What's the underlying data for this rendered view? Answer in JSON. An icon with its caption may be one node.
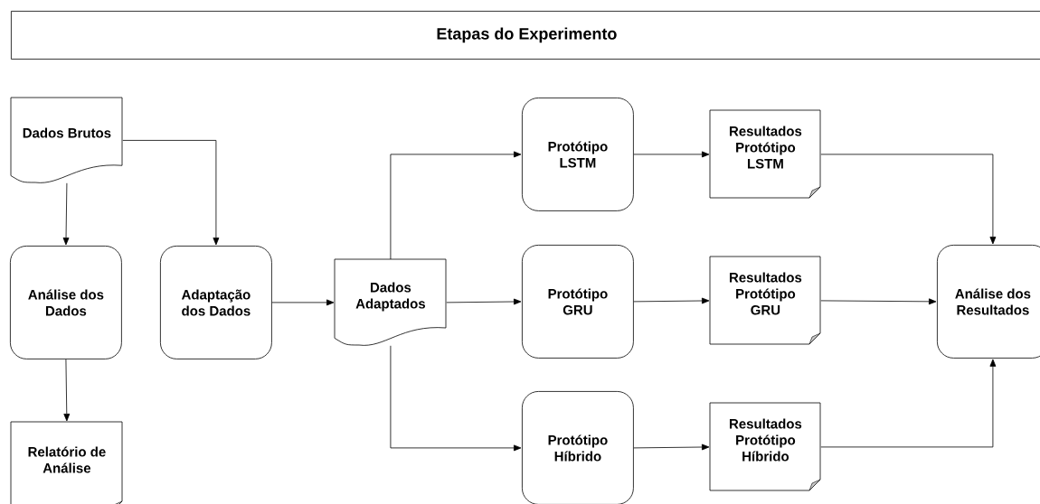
{
  "diagram": {
    "title": "Etapas do Experimento",
    "nodes": [
      {
        "text": [
          "Dados Brutos"
        ]
      },
      {
        "text": [
          "Análise dos Dados"
        ]
      },
      {
        "text": [
          "Adaptação dos Dados"
        ]
      },
      {
        "text": [
          "Relatório de Análise"
        ]
      },
      {
        "text": [
          "Dados Adaptados"
        ]
      },
      {
        "text": [
          "Protótipo LSTM"
        ]
      },
      {
        "text": [
          "Protótipo GRU"
        ]
      },
      {
        "text": [
          "Protótipo Híbrido"
        ]
      },
      {
        "text": [
          "Resultados Protótipo LSTM"
        ]
      },
      {
        "text": [
          "Resultados Protótipo GRU"
        ]
      },
      {
        "text": [
          "Resultados Protótipo Híbrido"
        ]
      },
      {
        "text": [
          "Análise dos Resultados"
        ]
      }
    ],
    "edges": [
      {
        "from": 0,
        "to": 1,
        "arrow": "to"
      },
      {
        "from": 0,
        "to": 2,
        "arrow": "to"
      },
      {
        "from": 1,
        "to": 3,
        "arrow": "to"
      },
      {
        "from": 2,
        "to": 4,
        "arrow": "to"
      },
      {
        "from": 4,
        "to": 5,
        "arrow": "to"
      },
      {
        "from": 4,
        "to": 6,
        "arrow": "to"
      },
      {
        "from": 4,
        "to": 7,
        "arrow": "to"
      },
      {
        "from": 5,
        "to": 8,
        "arrow": "to"
      },
      {
        "from": 6,
        "to": 9,
        "arrow": "to"
      },
      {
        "from": 7,
        "to": 10,
        "arrow": "to"
      },
      {
        "from": 8,
        "to": 11,
        "arrow": "to"
      },
      {
        "from": 9,
        "to": 11,
        "arrow": "to"
      },
      {
        "from": 10,
        "to": 11,
        "arrow": "to"
      }
    ]
  }
}
